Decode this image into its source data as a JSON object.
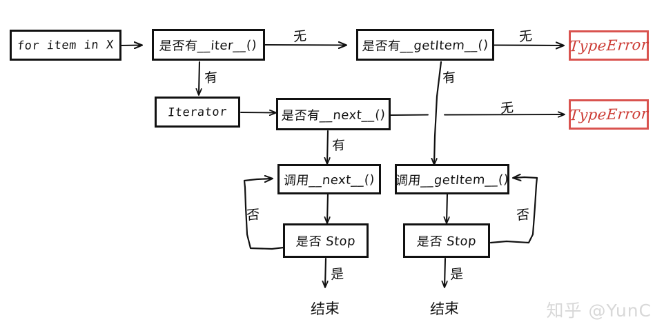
{
  "title": "Python for-loop iteration protocol flowchart",
  "style": {
    "ink": "#111111",
    "error_color": "#cc3b34",
    "error_border": "#d9534f",
    "background": "#ffffff",
    "watermark_color": "#d8d8d8"
  },
  "nodes": {
    "for_item": {
      "label": "for item in X"
    },
    "has_iter": {
      "label": "是否有__iter__()"
    },
    "has_getitem": {
      "label": "是否有__getItem__()"
    },
    "type_error_1": {
      "label": "TypeError"
    },
    "iterator": {
      "label": "Iterator"
    },
    "has_next": {
      "label": "是否有__next__()"
    },
    "type_error_2": {
      "label": "TypeError"
    },
    "call_next": {
      "label": "调用__next__()"
    },
    "call_getitem": {
      "label": "调用__getItem__()"
    },
    "is_stop_left": {
      "label": "是否 Stop"
    },
    "is_stop_right": {
      "label": "是否 Stop"
    }
  },
  "edge_labels": {
    "iter_to_getitem": "无",
    "getitem_to_error": "无",
    "iter_to_iterator": "有",
    "getitem_to_call": "有",
    "next_to_error": "无",
    "next_to_call": "有",
    "stop_left_no": "否",
    "stop_right_no": "否",
    "stop_left_yes": "是",
    "stop_right_yes": "是"
  },
  "terminals": {
    "end_left": "结束",
    "end_right": "结束"
  },
  "watermark": {
    "text": "知乎 @YunC"
  }
}
